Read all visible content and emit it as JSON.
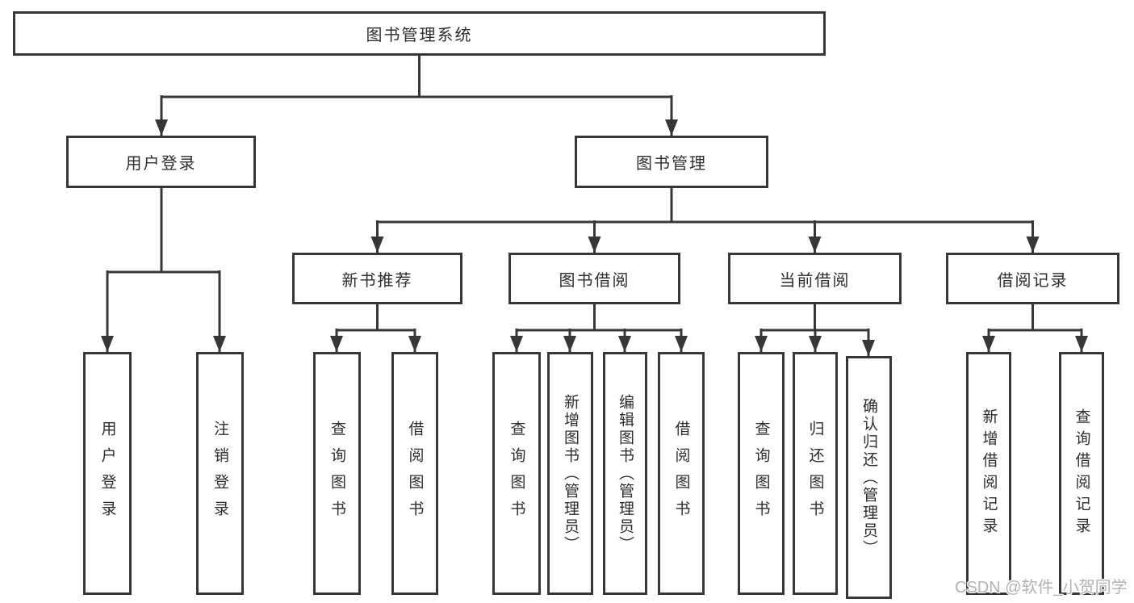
{
  "tree": {
    "label": "图书管理系统",
    "children": [
      {
        "label": "用户登录",
        "children": [
          {
            "label": "用户登录"
          },
          {
            "label": "注销登录"
          }
        ]
      },
      {
        "label": "图书管理",
        "children": [
          {
            "label": "新书推荐",
            "children": [
              {
                "label": "查询图书"
              },
              {
                "label": "借阅图书"
              }
            ]
          },
          {
            "label": "图书借阅",
            "children": [
              {
                "label": "查询图书"
              },
              {
                "label": "新增图书（管理员）"
              },
              {
                "label": "编辑图书（管理员）"
              },
              {
                "label": "借阅图书"
              }
            ]
          },
          {
            "label": "当前借阅",
            "children": [
              {
                "label": "查询图书"
              },
              {
                "label": "归还图书"
              },
              {
                "label": "确认归还（管理员）"
              }
            ]
          },
          {
            "label": "借阅记录",
            "children": [
              {
                "label": "新增借阅记录"
              },
              {
                "label": "查询借阅记录"
              }
            ]
          }
        ]
      }
    ]
  },
  "watermark": {
    "text": "CSDN @软件_小贺同学"
  },
  "colors": {
    "line": "#373737",
    "text": "#2d2d2d",
    "background": "#ffffff",
    "watermark": "#b2b2b2"
  }
}
